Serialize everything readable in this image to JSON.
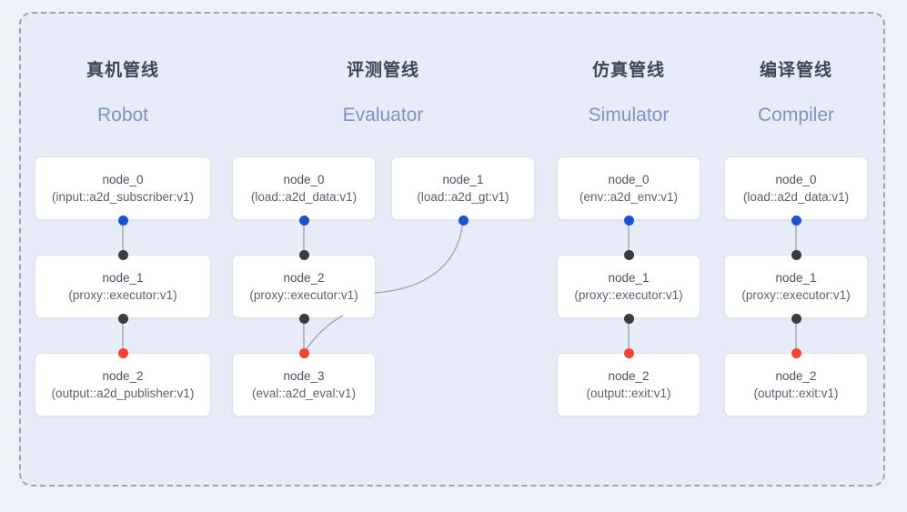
{
  "panel": {
    "background_color": "#e7ecf8",
    "border_color": "#9aa3b4",
    "page_background": "#eef1f7"
  },
  "palette": {
    "title_color": "#3c4858",
    "subtitle_color": "#7e93c8",
    "node_text_color": "#4a5260",
    "port_input_color": "#1a52d0",
    "port_mid_color": "#3b3b3f",
    "port_output_color": "#f4442e",
    "edge_color": "#9fa6b2"
  },
  "columns": [
    {
      "title": "真机管线",
      "subtitle": "Robot",
      "nodes": [
        {
          "id": "node_0",
          "type": "(input::a2d_subscriber:v1)"
        },
        {
          "id": "node_1",
          "type": "(proxy::executor:v1)"
        },
        {
          "id": "node_2",
          "type": "(output::a2d_publisher:v1)"
        }
      ]
    },
    {
      "title": "评测管线",
      "subtitle": "Evaluator",
      "nodes": [
        {
          "id": "node_0",
          "type": "(load::a2d_data:v1)"
        },
        {
          "id": "node_1",
          "type": "(load::a2d_gt:v1)"
        },
        {
          "id": "node_2",
          "type": "(proxy::executor:v1)"
        },
        {
          "id": "node_3",
          "type": "(eval::a2d_eval:v1)"
        }
      ]
    },
    {
      "title": "仿真管线",
      "subtitle": "Simulator",
      "nodes": [
        {
          "id": "node_0",
          "type": "(env::a2d_env:v1)"
        },
        {
          "id": "node_1",
          "type": "(proxy::executor:v1)"
        },
        {
          "id": "node_2",
          "type": "(output::exit:v1)"
        }
      ]
    },
    {
      "title": "编译管线",
      "subtitle": "Compiler",
      "nodes": [
        {
          "id": "node_0",
          "type": "(load::a2d_data:v1)"
        },
        {
          "id": "node_1",
          "type": "(proxy::executor:v1)"
        },
        {
          "id": "node_2",
          "type": "(output::exit:v1)"
        }
      ]
    }
  ]
}
